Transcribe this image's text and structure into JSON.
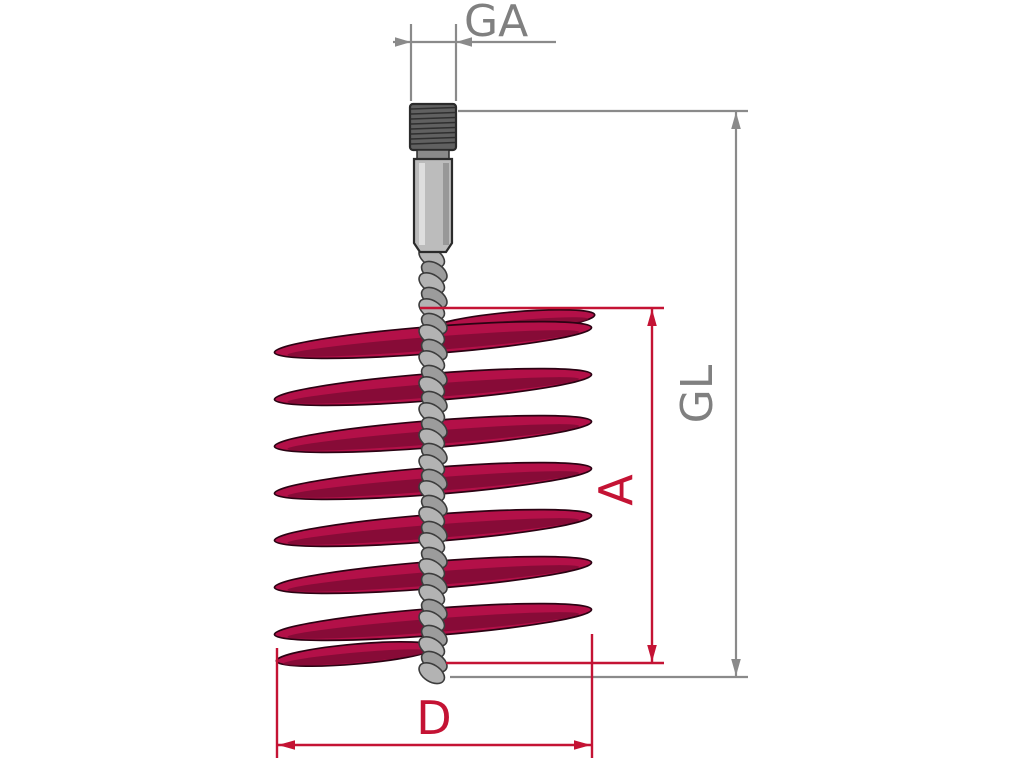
{
  "diagram": {
    "kind": "technical-dimension-drawing",
    "subject": "spiral wire brush with threaded shank",
    "dimensions": {
      "ga": {
        "label": "GA",
        "meaning": "thread size (top shank width)"
      },
      "gl": {
        "label": "GL",
        "meaning": "overall length (right side)"
      },
      "a": {
        "label": "A",
        "meaning": "brush length (red, inner right)"
      },
      "d": {
        "label": "D",
        "meaning": "brush diameter (red, bottom)"
      }
    },
    "colors": {
      "brush_fill": "#b31048",
      "brush_shade": "#7c0a33",
      "brush_outline": "#2b0313",
      "dimension_red": "#c41334",
      "dimension_gray": "#8a8a8a",
      "metal_dark": "#606060",
      "metal_light": "#bcbcbc",
      "rope_light": "#b3b3b3",
      "rope_dark": "#9c9c9c",
      "background": "#ffffff"
    }
  }
}
